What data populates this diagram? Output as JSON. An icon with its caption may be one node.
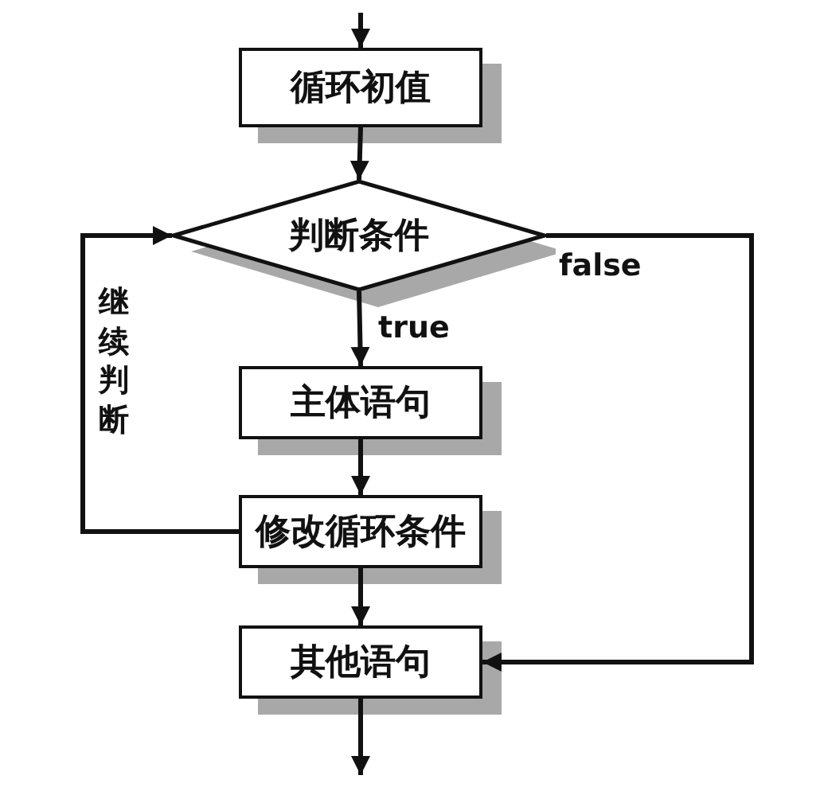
{
  "diagram": {
    "nodes": [
      {
        "text": [
          "循环初值"
        ]
      },
      {
        "text": [
          "判断条件"
        ]
      },
      {
        "text": [
          "主体语句"
        ]
      },
      {
        "text": [
          "修改循环条件"
        ]
      },
      {
        "text": [
          "其他语句"
        ]
      }
    ],
    "edges": [
      {
        "from": null,
        "to": 0,
        "arrow": "to"
      },
      {
        "from": 0,
        "to": 1,
        "arrow": "to"
      },
      {
        "from": 1,
        "to": 2,
        "arrow": "to",
        "label": "true"
      },
      {
        "from": 2,
        "to": 3,
        "arrow": "to"
      },
      {
        "from": 3,
        "to": 4,
        "arrow": "to"
      },
      {
        "from": 3,
        "to": 1,
        "arrow": "to",
        "label": "继续判断"
      },
      {
        "from": 1,
        "to": 4,
        "arrow": "to",
        "label": "false"
      },
      {
        "from": 4,
        "to": null,
        "arrow": "to"
      }
    ]
  }
}
